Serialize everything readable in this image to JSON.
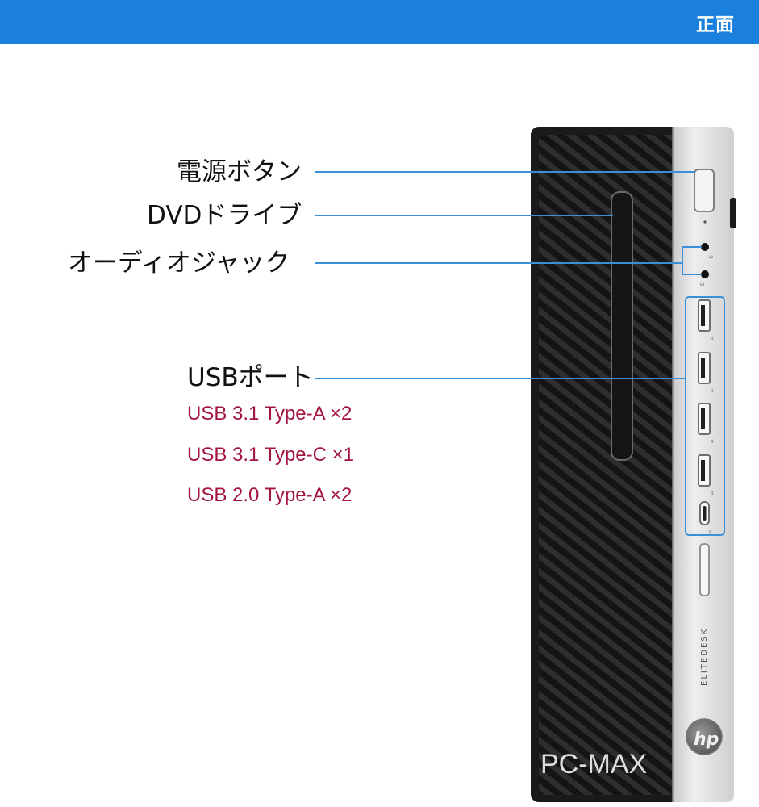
{
  "header": {
    "title": "正面"
  },
  "callouts": [
    {
      "label": "電源ボタン"
    },
    {
      "label": "DVDドライブ"
    },
    {
      "label": "オーディオジャック"
    },
    {
      "label": "USBポート"
    }
  ],
  "usb_specs": [
    "USB 3.1 Type-A ×2",
    "USB 3.1 Type-C ×1",
    "USB 2.0 Type-A ×2"
  ],
  "device": {
    "series_text": "ELITEDESK",
    "watermark": "PC-MAX",
    "logo": "hp-logo"
  },
  "colors": {
    "header": "#1b7fdc",
    "leader_line": "#3a8fd6",
    "spec_text": "#a2163e",
    "case_black": "#1a1a1a",
    "case_silver": "#d6d6d6"
  }
}
